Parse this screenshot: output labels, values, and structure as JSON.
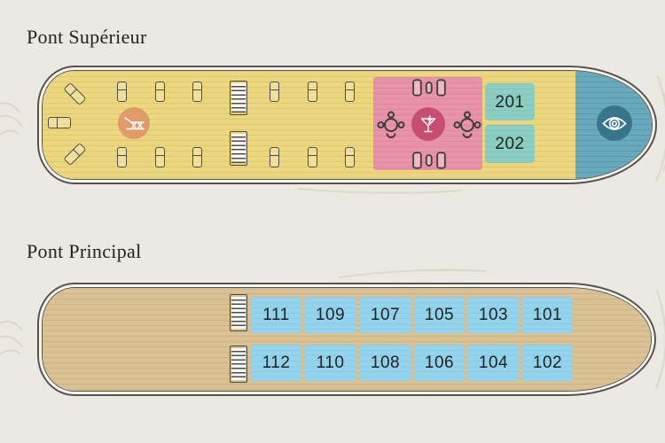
{
  "upper_deck": {
    "title": "Pont Supérieur",
    "cabin_numbers": [
      "201",
      "202"
    ]
  },
  "main_deck": {
    "title": "Pont Principal",
    "cabin_rows": [
      [
        "111",
        "109",
        "107",
        "105",
        "103",
        "101"
      ],
      [
        "112",
        "110",
        "108",
        "106",
        "104",
        "102"
      ]
    ]
  },
  "icons": {
    "sun_deck": "deck-chair-icon",
    "bar": "cocktail-icon",
    "wheelhouse": "eye-icon",
    "stairs": "stairs-icon",
    "sofa_group": "sofa-group-icon",
    "table_seating": "table-with-chairs-icon"
  },
  "colors": {
    "background": "#ECE9E2",
    "hull_line": "#55544E",
    "hull_gap": "#FAF8F3",
    "upper_deck_fill": "#EDD77E",
    "lounge_fill": "#E793AA",
    "cocktail_badge_fill": "#C74E71",
    "sun_badge_fill": "#E09B68",
    "upper_cabin_fill": "#8ACDC2",
    "bow_fill": "#67A9BD",
    "eye_badge_fill": "#38758A",
    "main_deck_fill": "#D9C193",
    "main_cabin_fill": "#92D3EE",
    "furniture_line": "#4D4C46",
    "text": "#23221F"
  }
}
